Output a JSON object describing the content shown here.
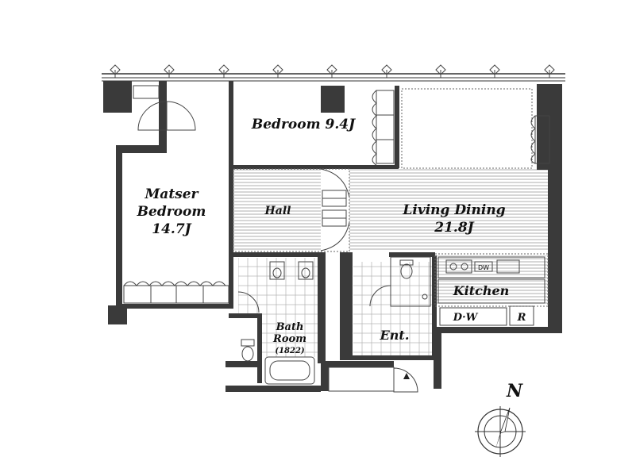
{
  "rooms": {
    "master_bedroom": {
      "line1": "Matser",
      "line2": "Bedroom",
      "line3": "14.7J"
    },
    "bedroom": {
      "label": "Bedroom 9.4J"
    },
    "hall": {
      "label": "Hall"
    },
    "living_dining": {
      "line1": "Living Dining",
      "line2": "21.8J"
    },
    "kitchen": {
      "label": "Kitchen"
    },
    "bath": {
      "line1": "Bath",
      "line2": "Room",
      "line3": "(1822)"
    },
    "entrance": {
      "label": "Ent."
    }
  },
  "fixtures": {
    "dishwasher": "D·W",
    "refrigerator": "R",
    "dw_counter": "DW"
  },
  "compass": {
    "north": "N"
  },
  "icons": [
    "compass-icon",
    "door-swing-icon",
    "toilet-icon",
    "bathtub-icon",
    "sink-icon",
    "stove-icon"
  ]
}
